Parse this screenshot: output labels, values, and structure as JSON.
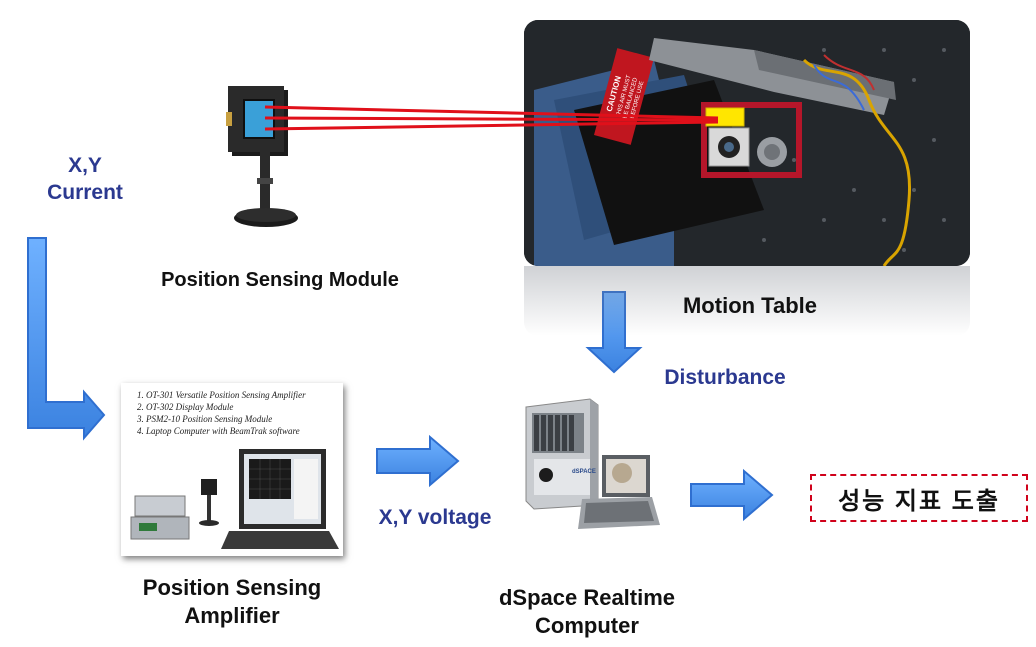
{
  "labels": {
    "xy_current_line1": "X,Y",
    "xy_current_line2": "Current",
    "position_sensing_module": "Position Sensing Module",
    "motion_table": "Motion Table",
    "disturbance": "Disturbance",
    "xy_voltage": "X,Y voltage",
    "amplifier_line1": "Position Sensing",
    "amplifier_line2": "Amplifier",
    "dspace_line1": "dSpace Realtime",
    "dspace_line2": "Computer",
    "result": "성능 지표 도출"
  },
  "photos": {
    "motion_table": {
      "caution_line1": "CAUTION",
      "caution_line2": "THIS AIR MUST",
      "caution_line3": "BE BALANCED",
      "caution_line4": "BEFORE USE"
    },
    "amplifier": {
      "list": [
        "1.  OT-301 Versatile Position Sensing Amplifier",
        "2.  OT-302 Display Module",
        "3.  PSM2-10 Position Sensing Module",
        "4.  Laptop Computer with BeamTrak software"
      ]
    },
    "dspace": {
      "brand": "dSPACE"
    }
  },
  "colors": {
    "arrow_fill": "#4a90e2",
    "arrow_stroke": "#2f6fd0",
    "blue_text": "#2b3990",
    "laser": "#e0101a",
    "result_border": "#d0021b"
  }
}
